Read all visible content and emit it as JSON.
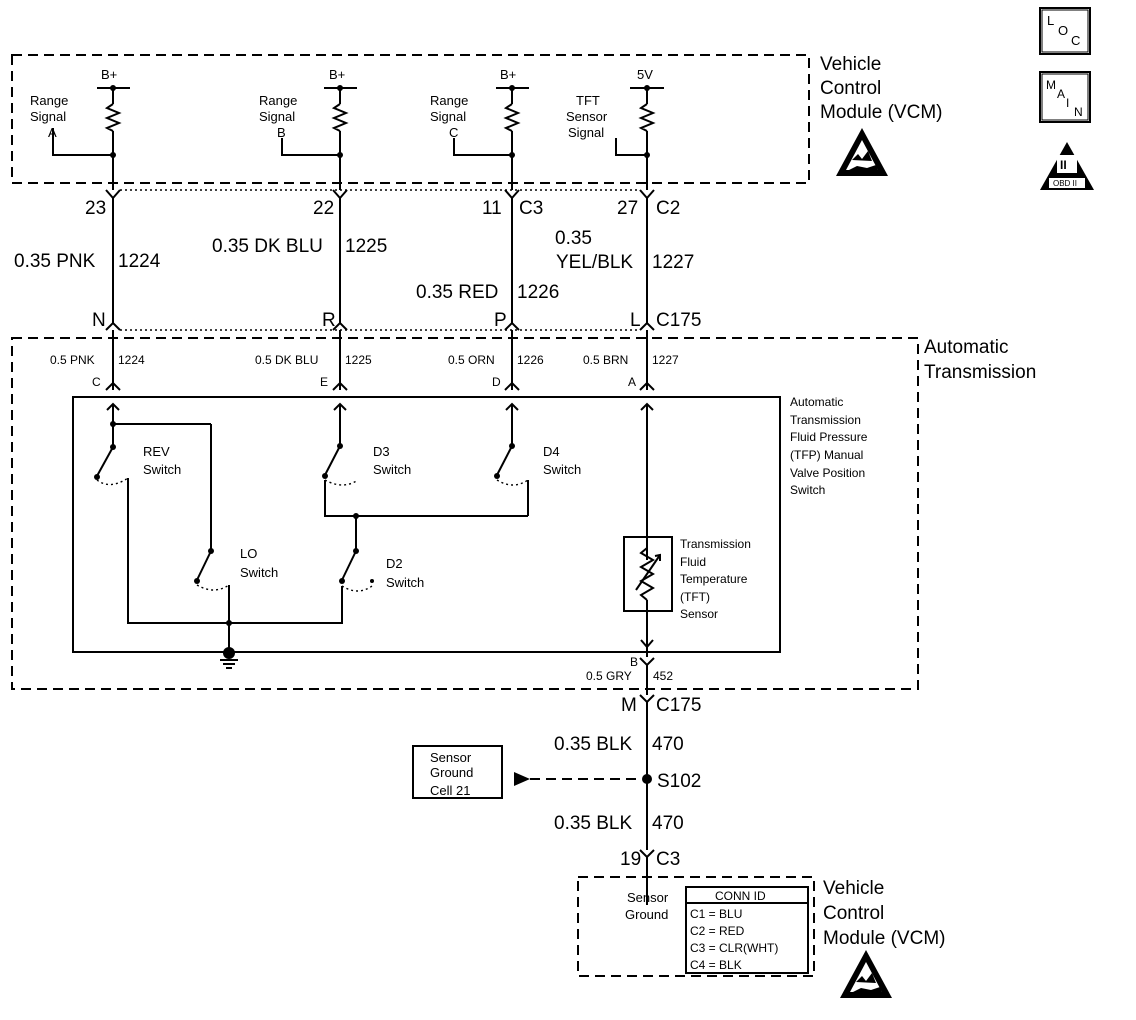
{
  "vcm_top": {
    "title_line1": "Vehicle",
    "title_line2": "Control",
    "title_line3": "Module (VCM)",
    "supply_b1": "B+",
    "supply_b2": "B+",
    "supply_b3": "B+",
    "supply_5v": "5V",
    "range_a_l1": "Range",
    "range_a_l2": "Signal",
    "range_a_l3": "A",
    "range_b_l1": "Range",
    "range_b_l2": "Signal",
    "range_b_l3": "B",
    "range_c_l1": "Range",
    "range_c_l2": "Signal",
    "range_c_l3": "C",
    "tft_l1": "TFT",
    "tft_l2": "Sensor",
    "tft_l3": "Signal"
  },
  "badges": {
    "loc_l": "L",
    "loc_o": "O",
    "loc_c": "C",
    "main_m": "M",
    "main_a": "A",
    "main_i": "I",
    "main_n": "N",
    "obd_label": "OBD II",
    "obd_roman": "II"
  },
  "wires_upper": {
    "pin23": "23",
    "pin22": "22",
    "pin11": "11",
    "pin27": "27",
    "conn_c3": "C3",
    "conn_c2": "C2",
    "w1224": "0.35 PNK",
    "c1224": "1224",
    "w1225": "0.35 DK BLU",
    "c1225": "1225",
    "w1226": "0.35 RED",
    "c1226": "1226",
    "w1227_a": "0.35",
    "w1227_b": "YEL/BLK",
    "c1227": "1227",
    "pin_n": "N",
    "pin_r": "R",
    "pin_p": "P",
    "pin_l": "L",
    "conn_c175": "C175"
  },
  "trans": {
    "title_line1": "Automatic",
    "title_line2": "Transmission",
    "inner_w1224": "0.5 PNK",
    "inner_c1224": "1224",
    "inner_w1225": "0.5 DK BLU",
    "inner_c1225": "1225",
    "inner_w1226": "0.5 ORN",
    "inner_c1226": "1226",
    "inner_w1227": "0.5 BRN",
    "inner_c1227": "1227",
    "pin_c": "C",
    "pin_e": "E",
    "pin_d": "D",
    "pin_a": "A",
    "tfp_l1": "Automatic",
    "tfp_l2": "Transmission",
    "tfp_l3": "Fluid Pressure",
    "tfp_l4": "(TFP) Manual",
    "tfp_l5": "Valve Position",
    "tfp_l6": "Switch",
    "rev_l1": "REV",
    "rev_l2": "Switch",
    "d3_l1": "D3",
    "d3_l2": "Switch",
    "d4_l1": "D4",
    "d4_l2": "Switch",
    "lo_l1": "LO",
    "lo_l2": "Switch",
    "d2_l1": "D2",
    "d2_l2": "Switch",
    "tft_l1": "Transmission",
    "tft_l2": "Fluid",
    "tft_l3": "Temperature",
    "tft_l4": "(TFT)",
    "tft_l5": "Sensor",
    "pin_b": "B",
    "inner_w452": "0.5 GRY",
    "inner_c452": "452"
  },
  "wires_lower": {
    "pin_m": "M",
    "conn_c175": "C175",
    "w470a": "0.35 BLK",
    "c470a": "470",
    "splice": "S102",
    "w470b": "0.35 BLK",
    "c470b": "470",
    "pin19": "19",
    "conn_c3": "C3",
    "sg_box_l1": "Sensor",
    "sg_box_l2": "Ground",
    "sg_box_l3": "Cell 21"
  },
  "vcm_bottom": {
    "title_line1": "Vehicle",
    "title_line2": "Control",
    "title_line3": "Module (VCM)",
    "sensor_ground_l1": "Sensor",
    "sensor_ground_l2": "Ground",
    "conn_id_header": "CONN ID",
    "conn_rows": [
      "C1 = BLU",
      "C2 = RED",
      "C3 = CLR(WHT)",
      "C4 = BLK"
    ]
  }
}
